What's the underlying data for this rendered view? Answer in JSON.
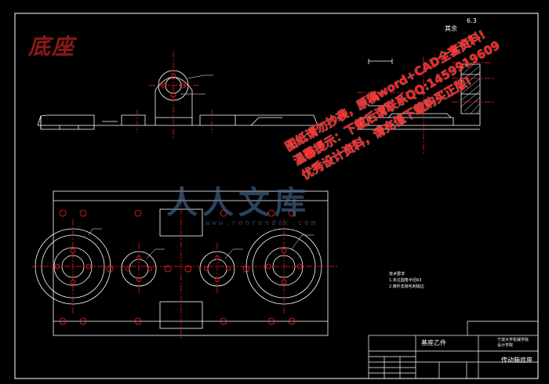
{
  "heading": "底座",
  "roughness": {
    "label": "其余",
    "value": "6.3"
  },
  "watermark": {
    "text": "人人文库",
    "url": "www.renrendoc.com"
  },
  "promo_lines": [
    "图纸请勿抄袭，原稿word+CAD全套资料!",
    "温馨提示：下载后请联系QQ:1459919609",
    "优秀设计资料，请充值下载购买正版!"
  ],
  "tech_notes": {
    "title": "技术要求",
    "items": [
      "1.未注圆角半径R3",
      "2.铸件去除毛刺锐边"
    ]
  },
  "title_block": {
    "part_name": "基座乙件",
    "school": [
      "宁波大学机械学院",
      "设计学院"
    ],
    "drawing_title": "传动箱底座"
  },
  "colors": {
    "background": "#000000",
    "line": "#ffffff",
    "center_line": "#ff2020",
    "heading": "#8b1a1a",
    "watermark": "#466e96",
    "promo": "#ff2020"
  }
}
